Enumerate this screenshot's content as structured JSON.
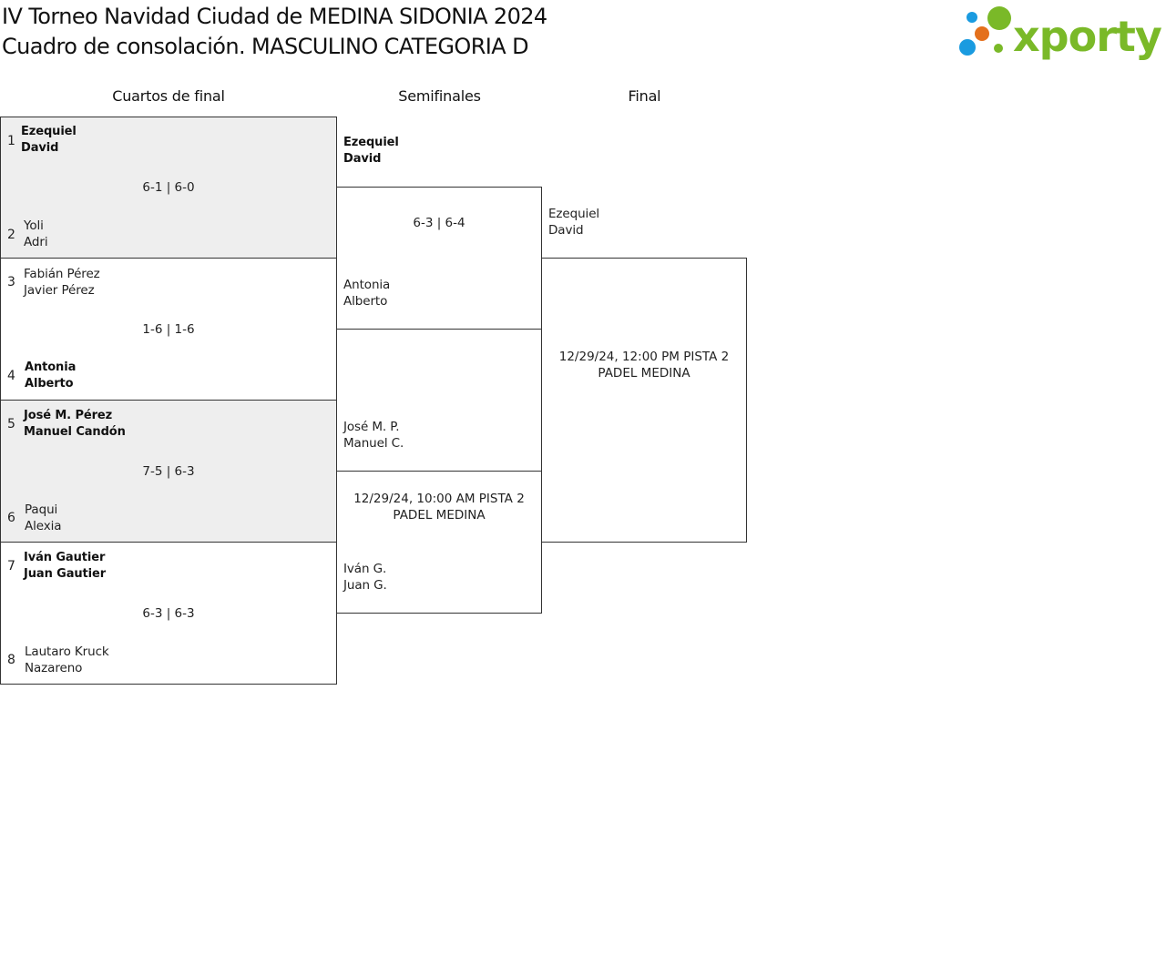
{
  "header": {
    "title_line1": "IV Torneo Navidad Ciudad de MEDINA SIDONIA 2024",
    "title_line2": "Cuadro de consolación. MASCULINO CATEGORIA D",
    "logo_text": "xporty",
    "logo_colors": {
      "green": "#7ab928",
      "blue": "#1a9be0",
      "orange": "#e4701c"
    }
  },
  "rounds": [
    {
      "label": "Cuartos de final"
    },
    {
      "label": "Semifinales"
    },
    {
      "label": "Final"
    }
  ],
  "quarterfinals": [
    {
      "result": "6-1 | 6-0",
      "top": {
        "seed": "1",
        "p1": "Ezequiel",
        "p2": "David",
        "winner": true
      },
      "bottom": {
        "seed": "2",
        "p1": "Yoli",
        "p2": "Adri",
        "winner": false
      }
    },
    {
      "result": "1-6 | 1-6",
      "top": {
        "seed": "3",
        "p1": "Fabián Pérez",
        "p2": "Javier Pérez",
        "winner": false
      },
      "bottom": {
        "seed": "4",
        "p1": "Antonia",
        "p2": "Alberto",
        "winner": true
      }
    },
    {
      "result": "7-5 | 6-3",
      "top": {
        "seed": "5",
        "p1": "José M. Pérez",
        "p2": "Manuel Candón",
        "winner": true
      },
      "bottom": {
        "seed": "6",
        "p1": "Paqui",
        "p2": "Alexia",
        "winner": false
      }
    },
    {
      "result": "6-3 | 6-3",
      "top": {
        "seed": "7",
        "p1": "Iván Gautier",
        "p2": "Juan Gautier",
        "winner": true
      },
      "bottom": {
        "seed": "8",
        "p1": "Lautaro Kruck",
        "p2": "Nazareno",
        "winner": false
      }
    }
  ],
  "semifinals": [
    {
      "result": "6-3 | 6-4",
      "top": {
        "p1": "Ezequiel",
        "p2": "David",
        "winner": true
      },
      "bottom": {
        "p1": "Antonia",
        "p2": "Alberto",
        "winner": false
      }
    },
    {
      "result_line1": "12/29/24, 10:00 AM PISTA 2",
      "result_line2": "PADEL MEDINA",
      "top": {
        "p1": "José M. P.",
        "p2": "Manuel C."
      },
      "bottom": {
        "p1": "Iván G.",
        "p2": "Juan G."
      }
    }
  ],
  "final": {
    "result_line1": "12/29/24, 12:00 PM PISTA 2",
    "result_line2": "PADEL MEDINA",
    "top": {
      "p1": "Ezequiel",
      "p2": "David"
    }
  }
}
